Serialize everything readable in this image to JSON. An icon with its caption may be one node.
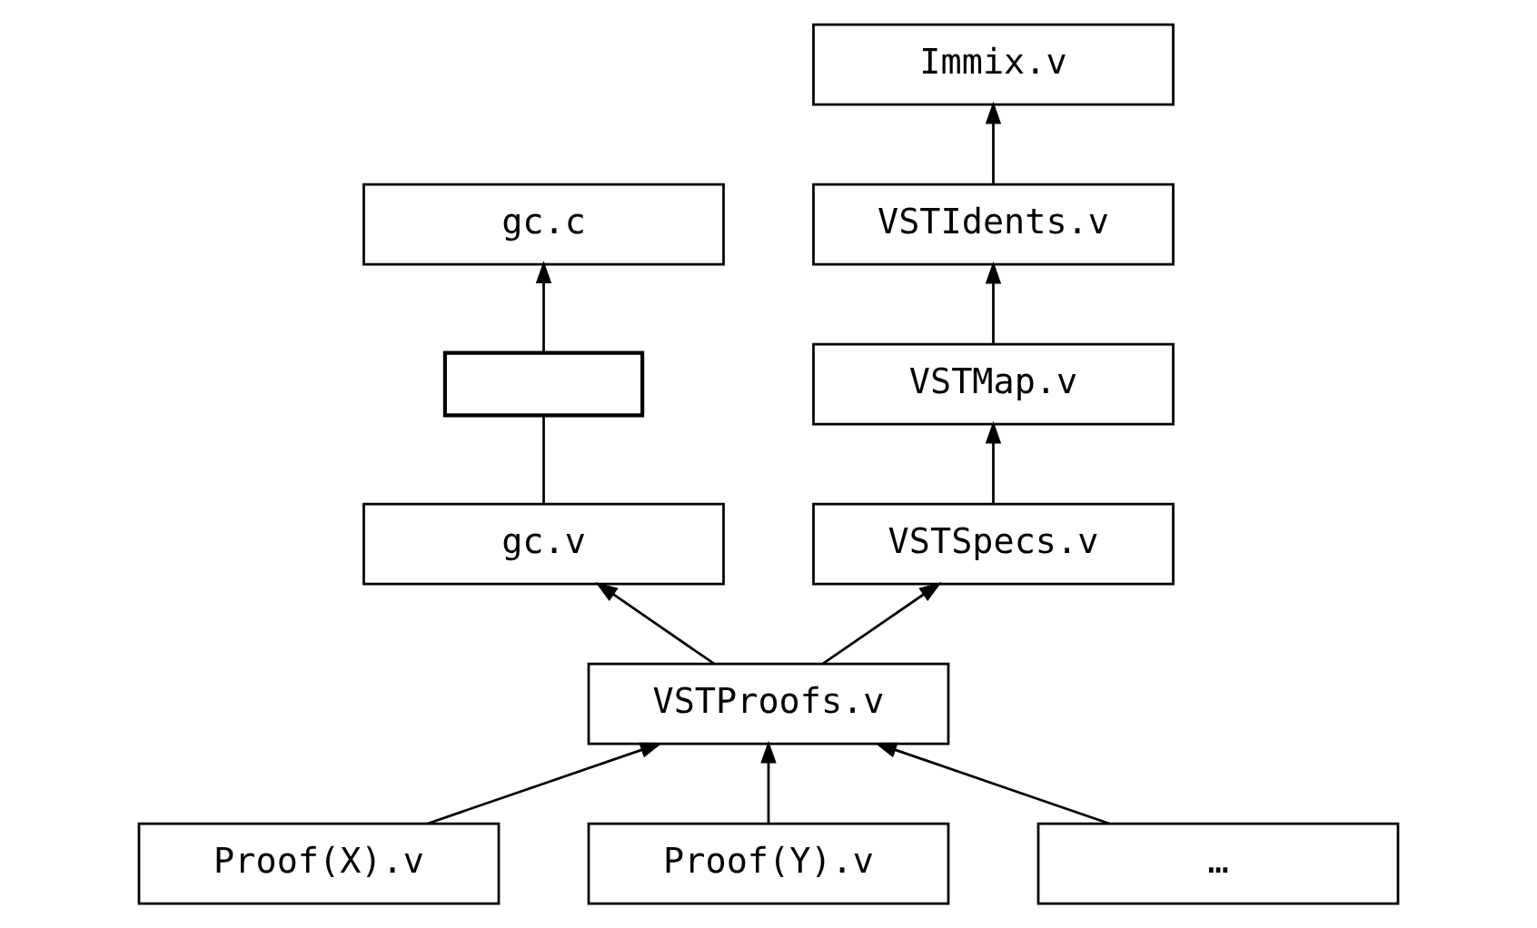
{
  "diagram": {
    "nodes": [
      {
        "text": [
          "Immix.v"
        ]
      },
      {
        "text": [
          "gc.c"
        ]
      },
      {
        "text": [
          "VSTIdents.v"
        ]
      },
      {
        "text": [],
        "shape": "box"
      },
      {
        "text": [
          "VSTMap.v"
        ]
      },
      {
        "text": [
          "gc.v"
        ]
      },
      {
        "text": [
          "VSTSpecs.v"
        ]
      },
      {
        "text": [
          "VSTProofs.v"
        ]
      },
      {
        "text": [
          "Proof(X).v"
        ]
      },
      {
        "text": [
          "Proof(Y).v"
        ]
      },
      {
        "text": [
          "…"
        ]
      }
    ],
    "edges": [
      {
        "from": 5,
        "to": 3,
        "arrow": "none"
      },
      {
        "from": 3,
        "to": 1,
        "arrow": "to"
      },
      {
        "from": 6,
        "to": 4,
        "arrow": "to"
      },
      {
        "from": 4,
        "to": 2,
        "arrow": "to"
      },
      {
        "from": 2,
        "to": 0,
        "arrow": "to"
      },
      {
        "from": 7,
        "to": 5,
        "arrow": "to"
      },
      {
        "from": 7,
        "to": 6,
        "arrow": "to"
      },
      {
        "from": 8,
        "to": 7,
        "arrow": "to"
      },
      {
        "from": 9,
        "to": 7,
        "arrow": "to"
      },
      {
        "from": 10,
        "to": 7,
        "arrow": "to"
      }
    ]
  }
}
